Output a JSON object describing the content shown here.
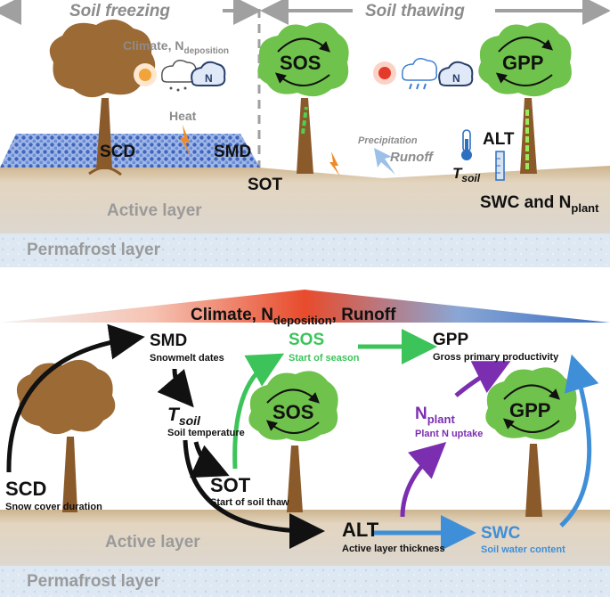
{
  "top": {
    "phase_left": "Soil freezing",
    "phase_right": "Soil thawing",
    "climate_label": "Climate, N",
    "climate_sub": "deposition",
    "heat": "Heat",
    "scd": "SCD",
    "smd": "SMD",
    "sot": "SOT",
    "sos": "SOS",
    "gpp": "GPP",
    "precipitation": "Precipitation",
    "runoff": "Runoff",
    "alt": "ALT",
    "tsoil_main": "T",
    "tsoil_sub": "soil",
    "swc_label": "SWC and N",
    "swc_sub": "plant",
    "n_icon": "N",
    "active_layer": "Active layer",
    "permafrost_layer": "Permafrost layer"
  },
  "bottom": {
    "banner_a": "Climate, N",
    "banner_sub": "deposition",
    "banner_b": ", Runoff",
    "smd": "SMD",
    "smd_desc": "Snowmelt dates",
    "sos": "SOS",
    "sos_desc": "Start of season",
    "gpp": "GPP",
    "gpp_desc": "Gross primary productivity",
    "tsoil_main": "T",
    "tsoil_sub": "soil",
    "tsoil_desc": "Soil temperature",
    "nplant_main": "N",
    "nplant_sub": "plant",
    "nplant_desc": "Plant N uptake",
    "scd": "SCD",
    "scd_desc": "Snow cover duration",
    "sot": "SOT",
    "sot_desc": "Start of soil thaw",
    "alt": "ALT",
    "alt_desc": "Active layer thickness",
    "swc": "SWC",
    "swc_desc": "Soil water content",
    "tree_sos": "SOS",
    "tree_gpp": "GPP",
    "active_layer": "Active layer",
    "permafrost_layer": "Permafrost layer"
  },
  "colors": {
    "arrow_black": "#111111",
    "arrow_green": "#3cc45a",
    "arrow_purple": "#7b2fb0",
    "arrow_blue": "#3f8fd8",
    "sos_text": "#3cc45a",
    "nplant_text": "#7b2fb0",
    "swc_text": "#3f8fd8",
    "soil": "#d9c6a8",
    "permafrost": "#dbe7f2",
    "snow": "#5b7fc9",
    "canopy_brown": "#9b6a35",
    "canopy_green": "#6fc24b",
    "trunk": "#8a5a2b"
  },
  "icons": [
    "sun-icon",
    "snow-cloud-icon",
    "n-cloud-icon",
    "rain-cloud-icon",
    "thermometer-icon",
    "ruler-icon",
    "heat-arrow-icon",
    "runoff-arrow-icon"
  ]
}
